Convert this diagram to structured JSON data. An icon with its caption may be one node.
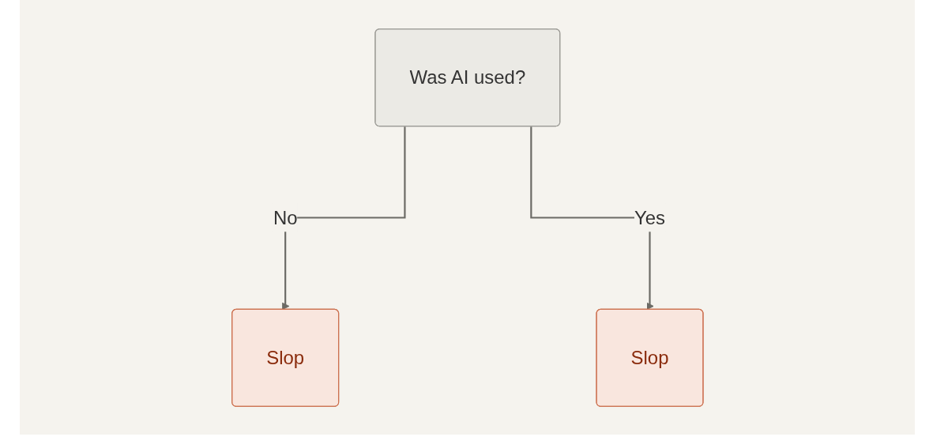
{
  "diagram": {
    "nodes": [
      {
        "text": [
          "Was AI used?"
        ]
      },
      {
        "text": [
          "Slop"
        ]
      },
      {
        "text": [
          "Slop"
        ]
      }
    ],
    "edges": [
      {
        "from": 0,
        "to": 1,
        "arrow": "to",
        "label": "No"
      },
      {
        "from": 0,
        "to": 2,
        "arrow": "to",
        "label": "Yes"
      }
    ]
  }
}
